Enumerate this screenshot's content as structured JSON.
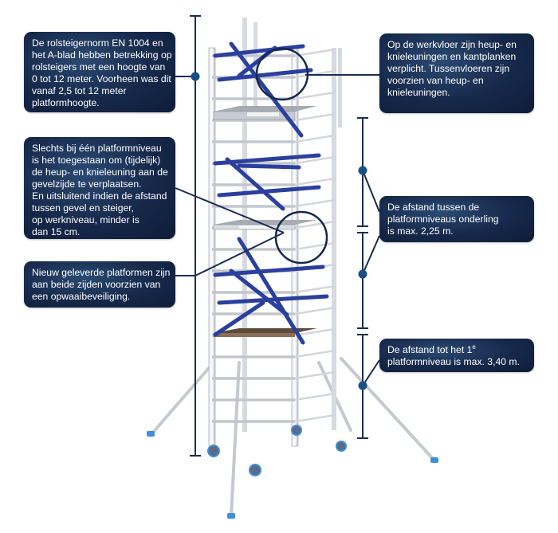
{
  "colors": {
    "navy": "#16284a",
    "dimension_line": "#1a2c52",
    "brace_blue": "#2b3f9e",
    "frame_gray": "#c8ccd2",
    "wheel_blue": "#3d8fd6"
  },
  "callouts": {
    "standard_norm": {
      "lines": [
        "De rolsteigernorm EN 1004 en",
        "het A-blad hebben betrekking op",
        "rolsteigers met een hoogte van",
        "0 tot 12 meter. Voorheen was dit",
        "vanaf 2,5 tot 12 meter",
        "platformhoogte."
      ]
    },
    "single_platform_rule": {
      "lines": [
        "Slechts bij één platformniveau",
        "is het toegestaan om (tijdelijk)",
        "de heup- en knieleuning aan de",
        "gevelzijde te verplaatsen.",
        "En uitsluitend indien de afstand",
        "tussen gevel en steiger,",
        "op werkniveau, minder is",
        "dan 15 cm."
      ]
    },
    "wind_protection": {
      "lines": [
        "Nieuw geleverde platformen zijn",
        "aan beide zijden voorzien van",
        "een opwaaibeveiliging."
      ]
    },
    "work_floor": {
      "lines": [
        "Op de werkvloer zijn heup- en",
        "knieleuningen en kantplanken",
        "verplicht. Tussenvloeren zijn",
        "voorzien van heup- en",
        "knieleuningen."
      ]
    },
    "platform_spacing": {
      "lines": [
        "De afstand tussen de",
        "platformniveaus onderling",
        "is max. 2,25 m."
      ]
    },
    "first_platform": {
      "line1_before": "De afstand tot het 1",
      "line1_sup": "e",
      "line2": "platformniveau is max. 3,40 m."
    }
  }
}
